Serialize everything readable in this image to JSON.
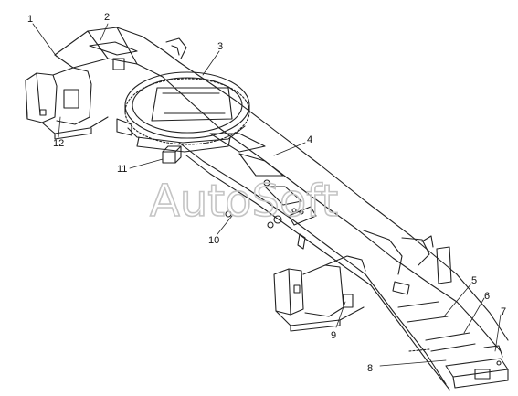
{
  "watermark": "AutoSoft",
  "callouts": [
    {
      "id": "1",
      "label": "1"
    },
    {
      "id": "2",
      "label": "2"
    },
    {
      "id": "3",
      "label": "3"
    },
    {
      "id": "4",
      "label": "4"
    },
    {
      "id": "5",
      "label": "5"
    },
    {
      "id": "6",
      "label": "6"
    },
    {
      "id": "7",
      "label": "7"
    },
    {
      "id": "8",
      "label": "8"
    },
    {
      "id": "9",
      "label": "9"
    },
    {
      "id": "10",
      "label": "10"
    },
    {
      "id": "11",
      "label": "11"
    },
    {
      "id": "12",
      "label": "12"
    }
  ],
  "colors": {
    "line": "#222222",
    "watermark": "#c4c4c4"
  }
}
